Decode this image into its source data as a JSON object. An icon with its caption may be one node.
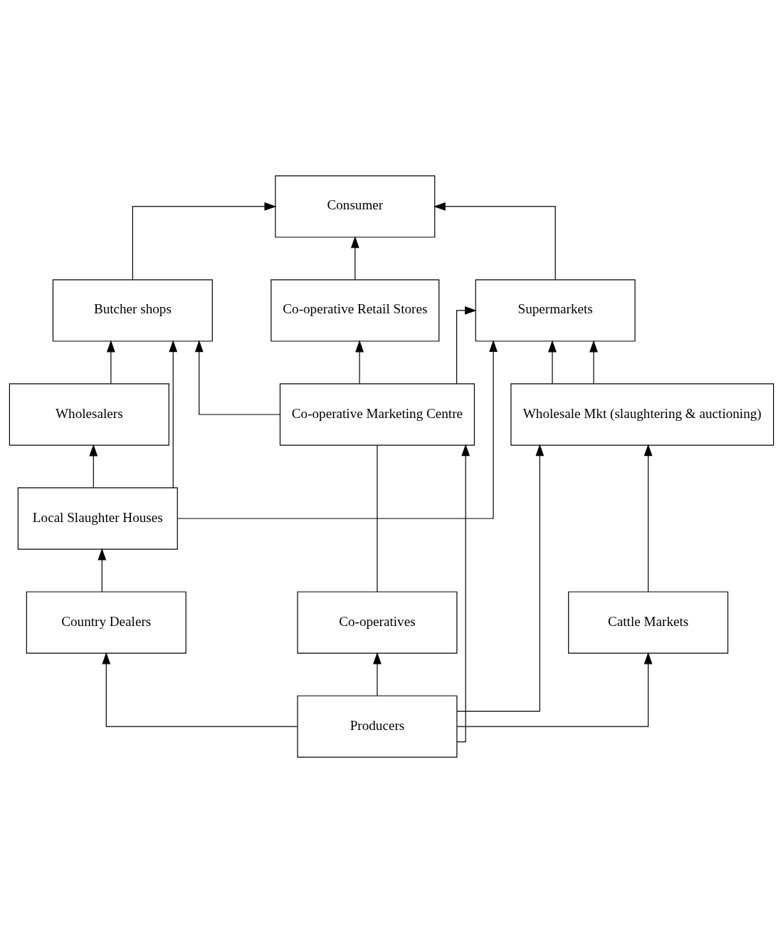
{
  "diagram": {
    "nodes": [
      {
        "text": [
          "Consumer"
        ]
      },
      {
        "text": [
          "Butcher shops"
        ]
      },
      {
        "text": [
          "Supermarkets"
        ]
      },
      {
        "text": [
          "Co-operative Retail Stores"
        ]
      },
      {
        "text": [
          "Wholesalers"
        ]
      },
      {
        "text": [
          "Wholesale Mkt (slaughtering & auctioning)"
        ]
      },
      {
        "text": [
          "Co-operative Marketing Centre"
        ]
      },
      {
        "text": [
          "Local Slaughter Houses"
        ]
      },
      {
        "text": [
          "Country Dealers"
        ]
      },
      {
        "text": [
          "Cattle Markets"
        ]
      },
      {
        "text": [
          "Co-operatives"
        ]
      },
      {
        "text": [
          "Producers"
        ]
      }
    ],
    "edges": [
      {
        "from": 1,
        "to": 0,
        "arrow": "to"
      },
      {
        "from": 2,
        "to": 0,
        "arrow": "to"
      },
      {
        "from": 3,
        "to": 0,
        "arrow": "to"
      },
      {
        "from": 4,
        "to": 1,
        "arrow": "to"
      },
      {
        "from": 7,
        "to": 1,
        "arrow": "to"
      },
      {
        "from": 7,
        "to": 2,
        "arrow": "to"
      },
      {
        "from": 5,
        "to": 2,
        "arrow": "to"
      },
      {
        "from": 5,
        "to": 2,
        "arrow": "to"
      },
      {
        "from": 6,
        "to": 1,
        "arrow": "to"
      },
      {
        "from": 6,
        "to": 2,
        "arrow": "to"
      },
      {
        "from": 6,
        "to": 3,
        "arrow": "to"
      },
      {
        "from": 7,
        "to": 4,
        "arrow": "to"
      },
      {
        "from": 8,
        "to": 7,
        "arrow": "to"
      },
      {
        "from": 9,
        "to": 5,
        "arrow": "to"
      },
      {
        "from": 10,
        "to": 6,
        "arrow": "none"
      },
      {
        "from": 11,
        "to": 5,
        "arrow": "to"
      },
      {
        "from": 11,
        "to": 6,
        "arrow": "to"
      },
      {
        "from": 11,
        "to": 8,
        "arrow": "to"
      },
      {
        "from": 11,
        "to": 9,
        "arrow": "to"
      },
      {
        "from": 11,
        "to": 10,
        "arrow": "to"
      }
    ]
  }
}
